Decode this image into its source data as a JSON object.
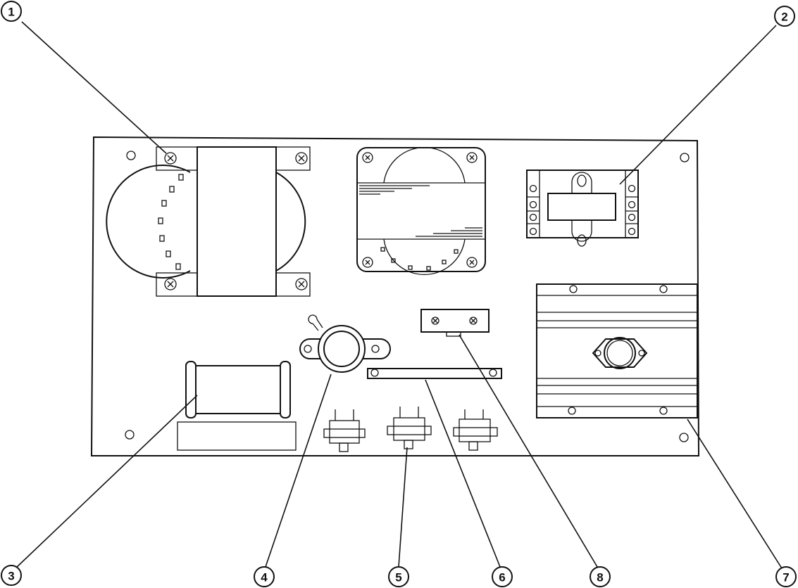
{
  "callouts": [
    {
      "id": "c1",
      "label": "1"
    },
    {
      "id": "c2",
      "label": "2"
    },
    {
      "id": "c3",
      "label": "3"
    },
    {
      "id": "c4",
      "label": "4"
    },
    {
      "id": "c5",
      "label": "5"
    },
    {
      "id": "c6",
      "label": "6"
    },
    {
      "id": "c7",
      "label": "7"
    },
    {
      "id": "c8",
      "label": "8"
    }
  ],
  "colors": {
    "ink": "#111111",
    "paper": "#ffffff"
  }
}
